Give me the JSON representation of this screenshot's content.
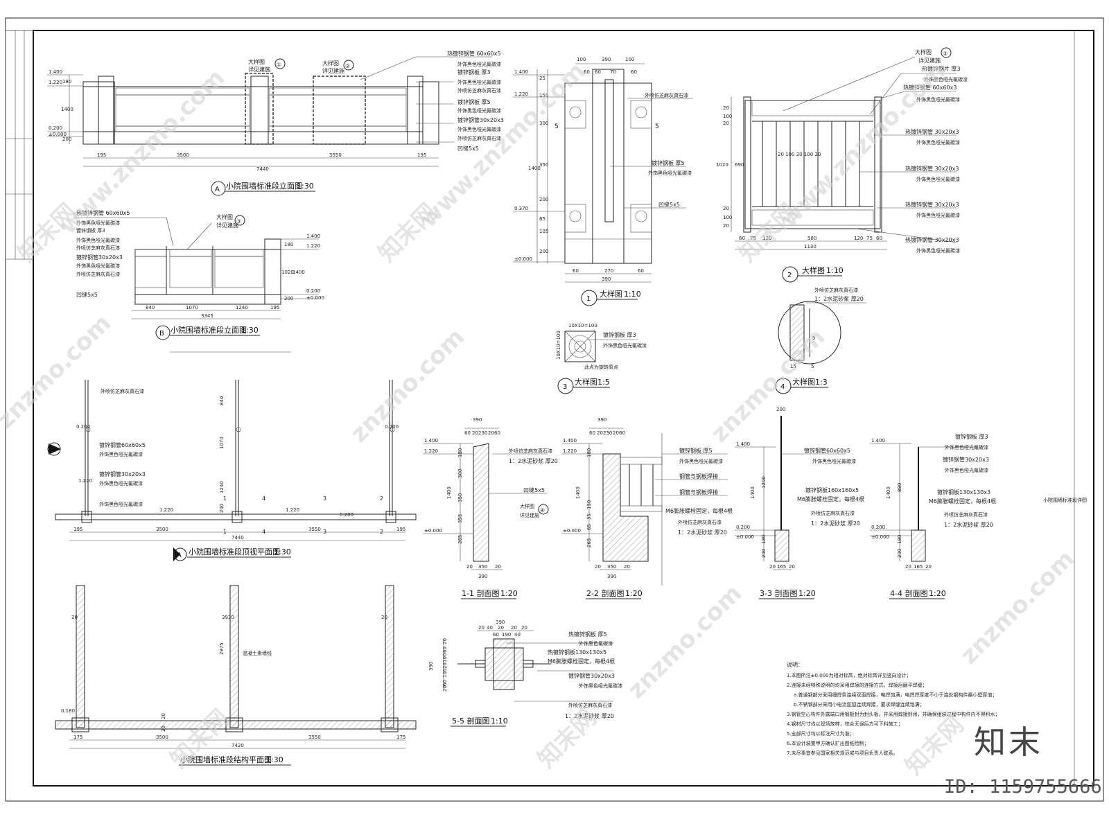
{
  "views": {
    "elevA": {
      "title": "小院围墙标准段立面图",
      "scale": "1:30",
      "label": "A",
      "levels": [
        "1.400",
        "1.220",
        "0.200",
        "±0.000"
      ],
      "vdims": [
        "180",
        "1400",
        "200"
      ],
      "dims": [
        "195",
        "3500",
        "3550",
        "195"
      ],
      "total": "7440",
      "callout1": "大样图",
      "callout1b": "详见建施",
      "callout1n": "①",
      "callout2": "大样图",
      "callout2b": "详见建施",
      "callout2n": "②",
      "notes": [
        "热镀锌钢管 60x60x5",
        "外饰黑色哑光氟碳漆",
        "镀锌钢板 厚3",
        "外饰黑色哑光氟碳漆",
        "外喷仿芝麻灰真石漆",
        "镀锌钢板 厚5",
        "外饰黑色哑光氟碳漆",
        "镀锌钢管30x20x3",
        "外饰黑色哑光氟碳漆",
        "外喷仿芝麻灰真石漆",
        "凹缝5x5"
      ]
    },
    "elevB": {
      "title": "小院围墙标准段立面图",
      "scale": "1:30",
      "label": "B",
      "levels": [
        "1.400",
        "1.220",
        "0.200",
        "±0.000"
      ],
      "vdims": [
        "180",
        "1020",
        "1400",
        "200"
      ],
      "dims": [
        "840",
        "1070",
        "1240",
        "195"
      ],
      "total": "3345",
      "callout": "大样图",
      "calloutb": "详见建施",
      "calloutn": "③",
      "notes": [
        "热镀锌钢管 60x60x5",
        "外饰黑色哑光氟碳漆",
        "镀锌钢板 厚3",
        "外饰黑色哑光氟碳漆",
        "外喷仿芝麻灰真石漆",
        "镀锌钢管30x20x3",
        "外饰黑色哑光氟碳漆",
        "外喷仿芝麻灰真石漆",
        "凹缝5x5"
      ]
    },
    "detail1": {
      "title": "大样图",
      "scale": "1:10",
      "num": "1",
      "topdims": [
        "100",
        "390",
        "100"
      ],
      "subdims": [
        "60",
        "60",
        "70",
        "60"
      ],
      "bottomdims": [
        "60",
        "270",
        "60"
      ],
      "bottomtotal": "390",
      "levels": [
        "1.400",
        "1.220",
        "0.370",
        "±0.000"
      ],
      "vdims": [
        "25",
        "155",
        "300",
        "1400",
        "350",
        "200",
        "65",
        "105",
        "200"
      ],
      "notes": [
        "外喷仿芝麻灰真石漆",
        "镀锌钢板 厚5",
        "外饰黑色哑光氟碳漆",
        "凹缝5x5"
      ],
      "cut": "5"
    },
    "detail2": {
      "title": "大样图",
      "scale": "1:10",
      "num": "2",
      "callout": "大样图",
      "calloutb": "详见建施",
      "calloutn": "③",
      "notes": [
        "热镀锌钢片 厚3",
        "外饰黑色哑光氟碳漆",
        "热镀锌钢管 60x60x3",
        "外饰黑色哑光氟碳漆",
        "热镀锌钢管 30x20x3",
        "外饰黑色哑光氟碳漆",
        "热镀锌钢管 30x20x3",
        "外饰黑色哑光氟碳漆",
        "热镀锌钢管 30x20x3",
        "外饰黑色哑光氟碳漆",
        "热镀锌钢管 30x20x3",
        "外饰黑色哑光氟碳漆"
      ],
      "vdims": [
        "20",
        "100",
        "20",
        "1020",
        "690",
        "20",
        "100",
        "20"
      ],
      "midlabel": "20 100 20 100 20",
      "dims": [
        "60",
        "75",
        "120",
        "580",
        "120",
        "75",
        "60"
      ],
      "total": "1130"
    },
    "detail3": {
      "title": "大样图",
      "scale": "1:5",
      "num": "3",
      "top": "10X10=100",
      "side": "10X10=100",
      "notes": [
        "镀锌钢板 厚3",
        "外饰黑色哑光氟碳漆"
      ],
      "sub": "此点为旋转原点"
    },
    "detail4": {
      "title": "大样图",
      "scale": "1:3",
      "num": "4",
      "notes": [
        "外喷仿芝麻灰真石漆",
        "1：2水泥砂浆 厚20"
      ],
      "dims": [
        "15",
        "5"
      ],
      "inner": "5"
    },
    "planA": {
      "title": "小院围墙标准段顶视平面图",
      "scale": "1:30",
      "label": "A",
      "bmark": "B",
      "notes": [
        "外喷仿芝麻灰真石漆",
        "镀锌钢管60x60x5",
        "外饰黑色哑光氟碳漆",
        "镀锌钢管30x20x3",
        "外饰黑色哑光氟碳漆",
        "外饰黑色哑光氟碳漆"
      ],
      "levels": [
        "0.200",
        "1.220",
        "1.220",
        "1.220",
        "0.200",
        "0.200"
      ],
      "vdims": [
        "840",
        "1070",
        "1240",
        "200"
      ],
      "dims": [
        "195",
        "3500",
        "3550",
        "195"
      ],
      "total": "7440",
      "cuts": [
        "1",
        "1",
        "4",
        "4",
        "3",
        "3",
        "2",
        "2"
      ]
    },
    "planS": {
      "title": "小院围墙标准段结构平面图",
      "scale": "1:30",
      "note": "混凝土素墙线",
      "level": "0.180",
      "vdims": [
        "2975",
        "20",
        "20"
      ],
      "hdims": [
        "20",
        "3930",
        "20"
      ],
      "dims": [
        "175",
        "3500",
        "3550",
        "175"
      ],
      "total": "7420"
    },
    "sec1": {
      "title": "1-1 剖面图",
      "scale": "1:20",
      "topdim": "390",
      "topsub": [
        "60",
        "20",
        "230",
        "20",
        "60"
      ],
      "levels": [
        "1.400",
        "1.220",
        "±0.000"
      ],
      "vdims": [
        "180",
        "300",
        "1400",
        "350",
        "355",
        "265"
      ],
      "notes": [
        "外喷仿芝麻灰真石漆",
        "1：2水泥砂浆 厚20",
        "凹缝5x5",
        "大样图",
        "详见建施",
        "④"
      ],
      "dims": [
        "20",
        "350",
        "20"
      ],
      "total": "390"
    },
    "sec2": {
      "title": "2-2 剖面图",
      "scale": "1:20",
      "topdim": "390",
      "topsub": [
        "60",
        "20",
        "230",
        "20",
        "60"
      ],
      "levels": [
        "1.400",
        "1.220",
        "±0.000"
      ],
      "vdims": [
        "180",
        "1400",
        "150",
        "35",
        "65",
        "265"
      ],
      "notes": [
        "镀锌钢板 厚5",
        "外饰黑色哑光氟碳漆",
        "钢管与钢板焊接",
        "钢管与钢板焊接",
        "M6膨胀螺栓固定，每根4根",
        "外喷仿芝麻灰真石漆",
        "1：2水泥砂浆 厚20"
      ],
      "dims": [
        "20",
        "350",
        "20"
      ],
      "total": "390"
    },
    "sec3": {
      "title": "3-3 剖面图",
      "scale": "1:20",
      "topdim": "200",
      "levels": [
        "1.400",
        "0.200",
        "±0.000"
      ],
      "vdims": [
        "1200",
        "1400",
        "180",
        "200"
      ],
      "notes": [
        "镀锌钢管60x60x5",
        "外饰黑色哑光氟碳漆",
        "镀锌钢板160x160x5",
        "M6膨胀螺栓固定，每根4根",
        "外喷仿芝麻灰真石漆",
        "1：2水泥砂浆 厚20"
      ],
      "dims": [
        "20",
        "165",
        "20"
      ]
    },
    "sec4": {
      "title": "4-4 剖面图",
      "scale": "1:20",
      "levels": [
        "1.400",
        "0.200",
        "±0.000"
      ],
      "vdims": [
        "880",
        "1400",
        "180",
        "200"
      ],
      "notes": [
        "镀锌钢板 厚3",
        "外饰黑色哑光氟碳漆",
        "镀锌钢管30x20x3",
        "外饰黑色哑光氟碳漆",
        "镀锌钢板130x130x3",
        "M6膨胀螺栓固定，每根4根",
        "外喷仿芝麻灰真石漆",
        "1：2水泥砂浆 厚20"
      ],
      "dims": [
        "20",
        "165",
        "20"
      ]
    },
    "sec5": {
      "title": "5-5 剖面图",
      "scale": "1:10",
      "topdim": "390",
      "topsub": [
        "20",
        "40",
        "60",
        "20",
        "190",
        "20",
        "40",
        "20"
      ],
      "vdims": [
        "390",
        "20",
        "60",
        "100",
        "20",
        "100",
        "60",
        "20"
      ],
      "notes": [
        "热镀锌钢板 厚5",
        "外饰黑色氟碳漆",
        "热镀锌钢板130x130x5",
        "M6膨胀螺栓固定，每根4根",
        "镀锌钢管30x20x3",
        "外饰黑色哑光氟碳漆",
        "外喷仿芝麻灰真石漆",
        "1：2水泥砂浆 厚20"
      ]
    }
  },
  "notes": {
    "heading": "说明：",
    "lines": [
      "1.本图所注±0.000为相对标高，绝对标高详见竖向设计；",
      "2.连接未经特殊说明的均采用焊接的连接方式，焊接后磨平焊缝；",
      "a.普通钢部分采用细焊条连续双面焊接，电焊饱满，电焊焊厚度不小于连处钢构件最小壁厚值；",
      "b.不锈钢部分采用小电流氩弧连续焊接，要求焊缝连续饱满；",
      "3.钢管空心构件外露端口用钢板封为封头板，并采用焊接封闭，并确保组装过程中构件内不得积水；",
      "4.钢材尺寸均以现场放样，校合无误后方可下料施工；",
      "5.全部尺寸均以标注尺寸为准；",
      "6.本设计装置甲方确认扩出图纸绘制；",
      "7.未尽事宜参见国家相关规范或与项目负责人联系。"
    ]
  },
  "titleblock": {
    "label": "小院围墙标准段详图"
  },
  "watermark": {
    "brand": "知末",
    "id": "ID: 1159755666",
    "marks": [
      "www.znzmo.com",
      "知末网",
      "znzmo.com"
    ]
  },
  "colors": {
    "line": "#222222",
    "watermark": "#cfcfcf",
    "paper": "#ffffff"
  }
}
